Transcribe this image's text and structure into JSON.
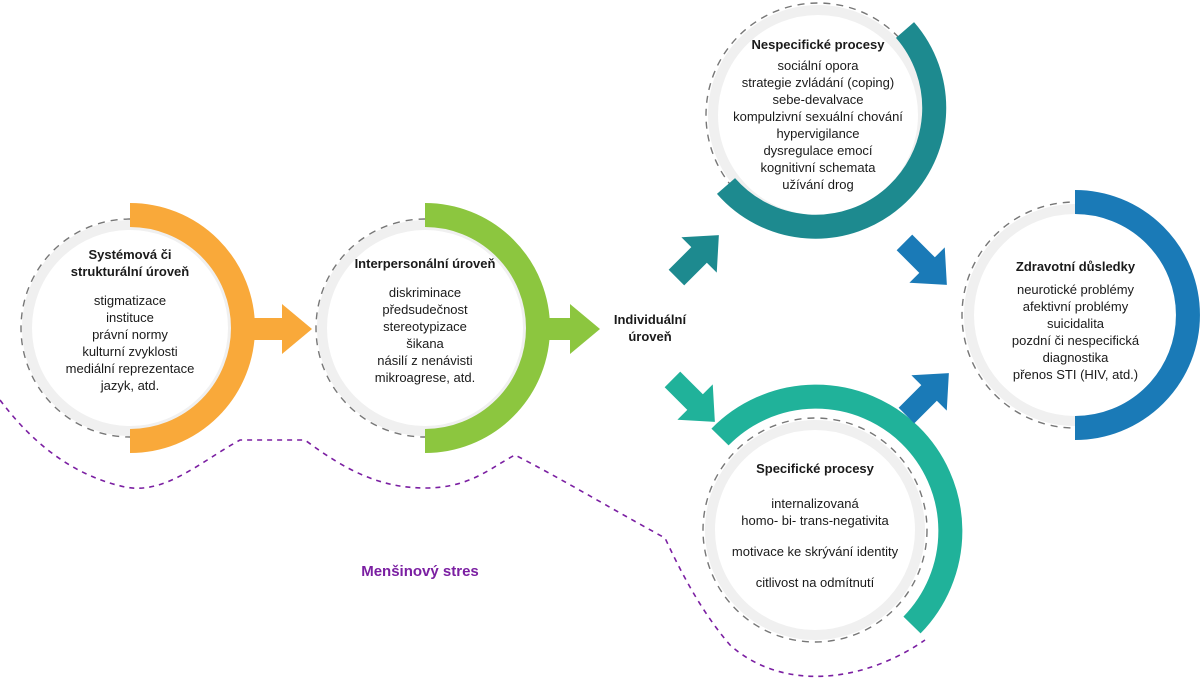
{
  "nodes": {
    "systemic": {
      "title": "Systémová či strukturální úroveň",
      "items": [
        "stigmatizace",
        "instituce",
        "právní normy",
        "kulturní zvyklosti",
        "mediální reprezentace",
        "jazyk, atd."
      ]
    },
    "interpersonal": {
      "title": "Interpersonální úroveň",
      "items": [
        "diskriminace",
        "předsudečnost",
        "stereotypizace",
        "šikana",
        "násilí z nenávisti",
        "mikroagrese, atd."
      ]
    },
    "individual": {
      "title": "Individuální úroveň"
    },
    "nonspecific": {
      "title": "Nespecifické procesy",
      "items": [
        "sociální opora",
        "strategie zvládání (coping)",
        "sebe-devalvace",
        "kompulzivní sexuální chování",
        "hypervigilance",
        "dysregulace emocí",
        "kognitivní schemata",
        "užívání drog"
      ]
    },
    "specific": {
      "title": "Specifické procesy",
      "items": [
        "internalizovaná",
        "homo- bi- trans-negativita",
        "motivace ke skrývání identity",
        "citlivost na odmítnutí"
      ]
    },
    "health": {
      "title": "Zdravotní důsledky",
      "items": [
        "neurotické problémy",
        "afektivní problémy",
        "suicidalita",
        "pozdní či nespecifická",
        "diagnostika",
        "přenos STI (HIV, atd.)"
      ]
    }
  },
  "minority_stress_label": "Menšinový stres",
  "colors": {
    "orange": "#f9a93a",
    "green": "#8cc63f",
    "teal_dark": "#1d8a8f",
    "teal": "#20b29a",
    "blue": "#1a7ab7",
    "purple": "#7b1fa2",
    "gray_ring": "#f2f2f2",
    "dash": "#666666"
  }
}
